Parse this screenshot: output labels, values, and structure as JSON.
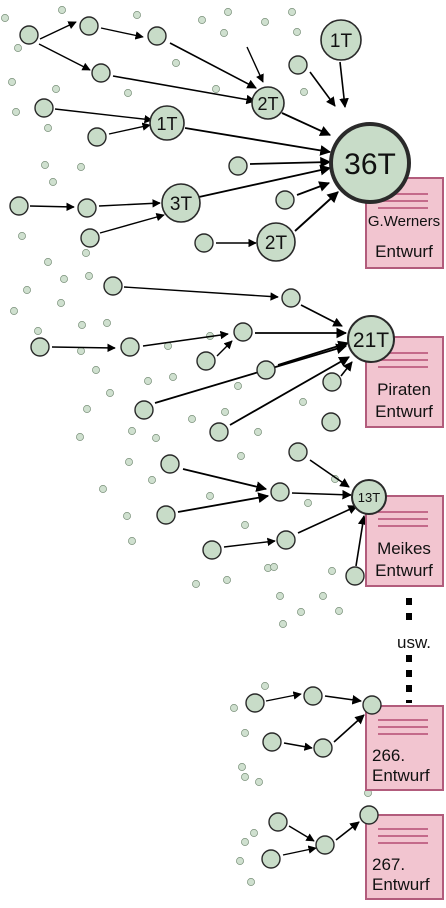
{
  "colors": {
    "node_fill": "#c8dcc8",
    "node_stroke": "#2a2a2a",
    "speck_fill": "#cfe0cf",
    "doc_fill": "#f2c5d0",
    "doc_stroke": "#b25c7c",
    "doc_line": "#c46a8a",
    "arrow": "#000000"
  },
  "hub_labels": {
    "werner": "36T",
    "piraten": "21T",
    "meike": "13T"
  },
  "inter_labels": {
    "a": "1T",
    "b": "2T",
    "c": "1T",
    "d": "3T",
    "e": "2T"
  },
  "documents": {
    "werner": [
      "G.Werners",
      "Entwurf"
    ],
    "piraten": [
      "Piraten",
      "Entwurf"
    ],
    "meike": [
      "Meikes",
      "Entwurf"
    ],
    "d266": [
      "266.",
      "Entwurf"
    ],
    "d267": [
      "267.",
      "Entwurf"
    ]
  },
  "ellipsis": "usw."
}
